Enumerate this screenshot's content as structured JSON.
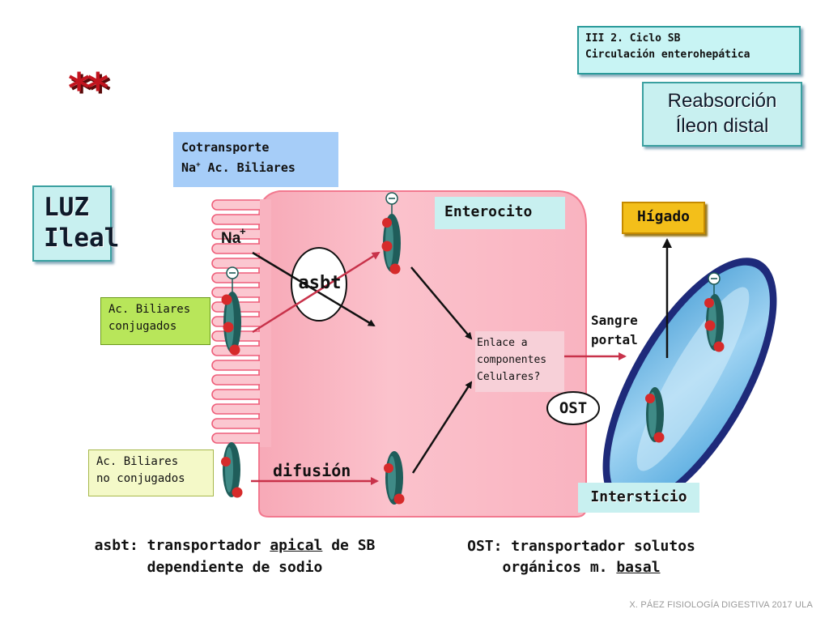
{
  "header": {
    "line1": "III 2. Ciclo SB",
    "line2": "Circulación enterohepática"
  },
  "stars": "**",
  "reabsorcion": {
    "line1": "Reabsorción",
    "line2": "Íleon distal"
  },
  "cotransporte": {
    "line1": "Cotransporte",
    "line2_prefix": "Na",
    "line2_sup": "+",
    "line2_suffix": " Ac. Biliares"
  },
  "luz": {
    "line1": "LUZ",
    "line2": "Ileal"
  },
  "enterocito": "Enterocito",
  "higado": "Hígado",
  "na_ion": {
    "symbol": "Na",
    "charge": "+"
  },
  "asbt_label": "asbt",
  "ac_conjugados": {
    "line1": "Ac. Biliares",
    "line2": "conjugados"
  },
  "ac_no_conjugados": {
    "line1": "Ac. Biliares",
    "line2": "no conjugados"
  },
  "sangre_portal": {
    "line1": "Sangre",
    "line2": "portal"
  },
  "enlace": {
    "line1": "Enlace a",
    "line2": "componentes",
    "line3": "Celulares?"
  },
  "ost_label": "OST",
  "difusion": "difusión",
  "intersticio": "Intersticio",
  "caption_asbt": {
    "abbr": "asbt:",
    "p1": " transportador ",
    "u1": "apical",
    "p2": " de SB",
    "line2": "dependiente de sodio"
  },
  "caption_ost": {
    "abbr": "OST:",
    "p1": " transportador solutos",
    "line2_prefix": "orgánicos m. ",
    "line2_u": "basal"
  },
  "credit": "X. PÁEZ   FISIOLOGÍA DIGESTIVA 2017 ULA",
  "colors": {
    "cell": "#f9b8c2",
    "cell_edge": "#f06f86",
    "bile_acid": "#1d5a56",
    "anion": "#c82828",
    "arrow_red": "#c8324a",
    "arrow_black": "#111111",
    "vessel": "#5fb0e0",
    "vessel_edge": "#1e2a7a",
    "cotransporte_box": "#a6cdf8",
    "teal_box": "#c8f0f0",
    "higado_box": "#f3bf1a",
    "green_box": "#b8e65a"
  }
}
